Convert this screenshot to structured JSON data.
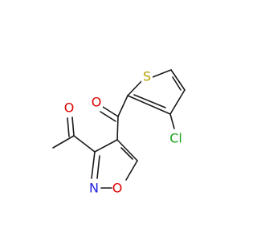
{
  "molecule": {
    "atoms": [
      {
        "id": "S",
        "label": "S",
        "color": "#b8a000"
      },
      {
        "id": "O1",
        "label": "O",
        "color": "#e00000"
      },
      {
        "id": "O2",
        "label": "O",
        "color": "#e00000"
      },
      {
        "id": "Cl",
        "label": "Cl",
        "color": "#19a319"
      },
      {
        "id": "N",
        "label": "N",
        "color": "#2020e0"
      },
      {
        "id": "O3",
        "label": "O",
        "color": "#e00000"
      }
    ]
  }
}
